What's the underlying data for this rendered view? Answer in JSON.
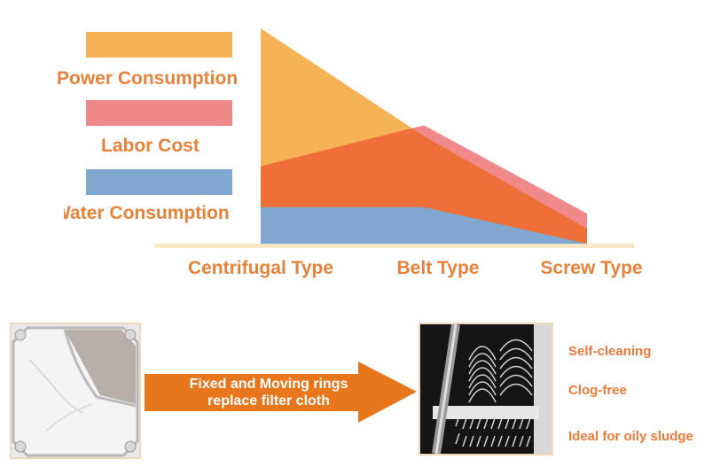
{
  "chart_data": {
    "type": "area",
    "categories": [
      "Centrifugal Type",
      "Belt Type",
      "Screw Type"
    ],
    "series": [
      {
        "name": "Power Consumption",
        "values": [
          100,
          50,
          7
        ],
        "color": "#F5B356"
      },
      {
        "name": "Labor Cost",
        "values": [
          36,
          55,
          14
        ],
        "color": "#F08A8A"
      },
      {
        "name": "Water Consumption",
        "values": [
          17,
          17,
          0
        ],
        "color": "#7FA7CF"
      }
    ],
    "overlap_color": "#EE7038",
    "ylim": [
      0,
      100
    ],
    "title": "",
    "xlabel": "",
    "ylabel": "",
    "grid": false,
    "legend_position": "left"
  },
  "comparison": {
    "arrow_text_line1": "Fixed and Moving rings",
    "arrow_text_line2": "replace filter cloth",
    "features": [
      "Self-cleaning",
      "Clog-free",
      "Ideal for oily sludge"
    ],
    "accent": "#E8761C"
  }
}
